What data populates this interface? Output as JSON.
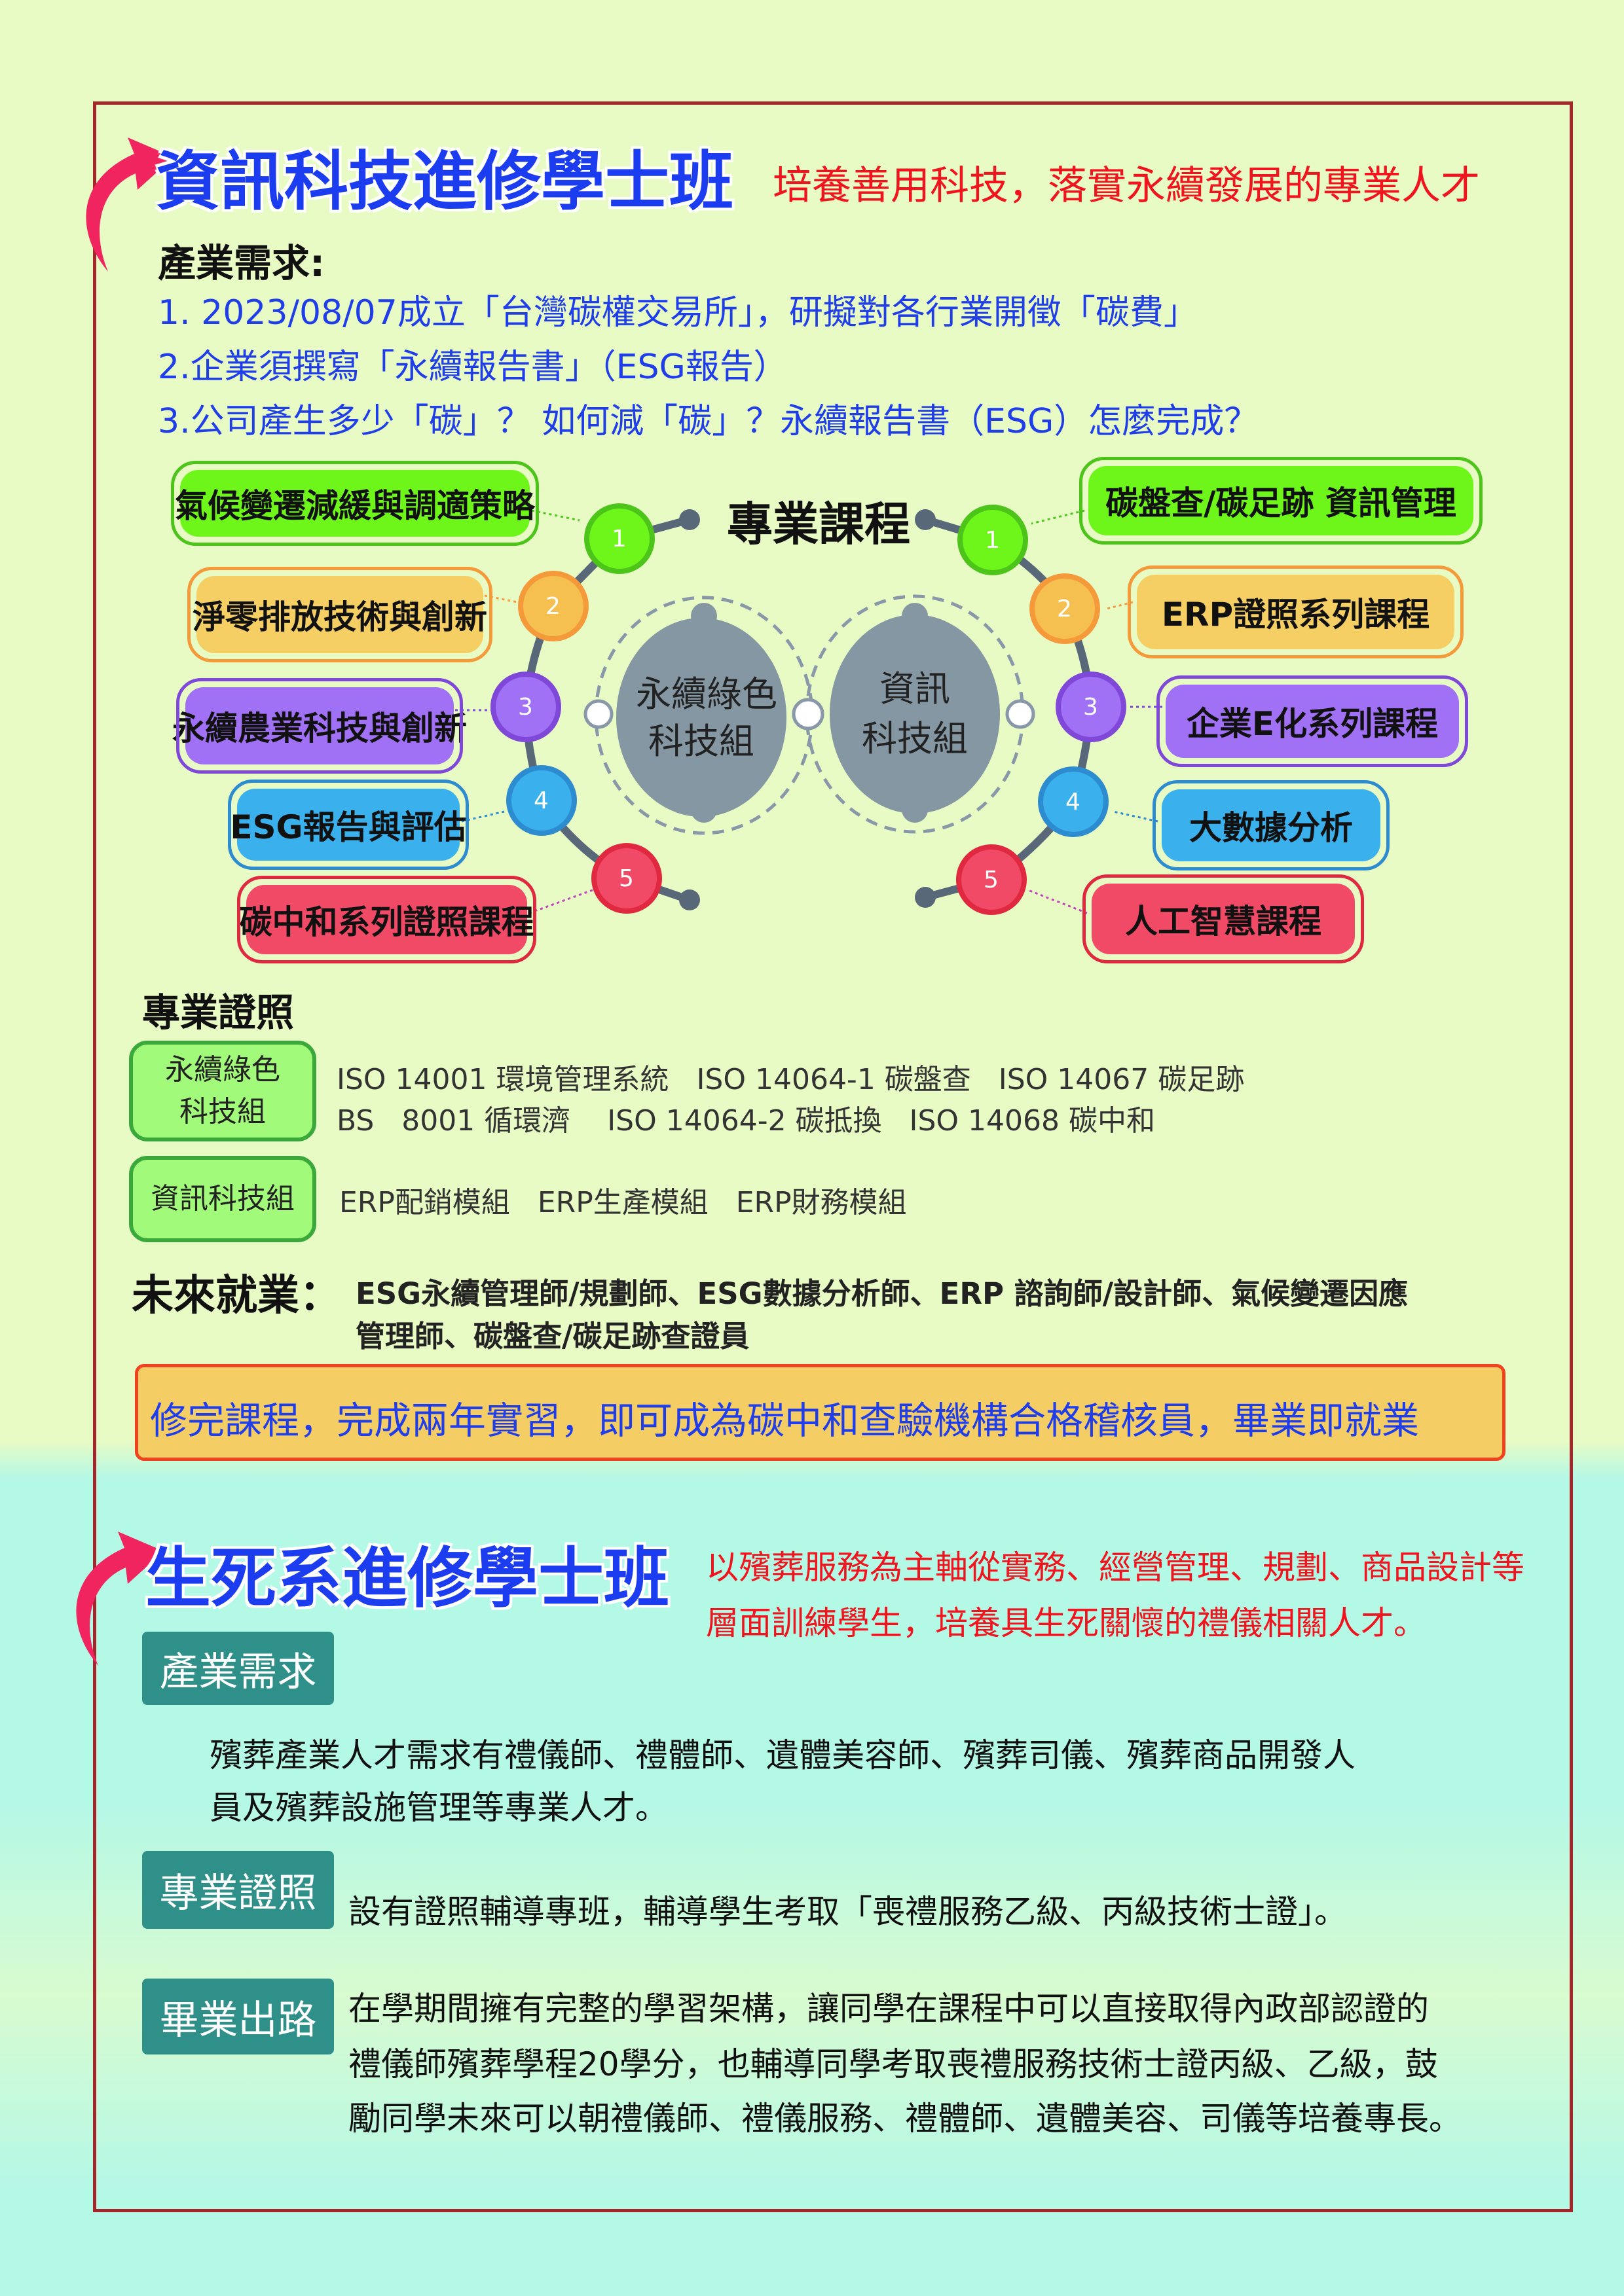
{
  "section1": {
    "title": "資訊科技進修學士班",
    "subtitle": "培養善用科技，落實永續發展的專業人才",
    "demand_heading": "產業需求:",
    "demand_lines": [
      "1. 2023/08/07成立「台灣碳權交易所」，研擬對各行業開徵「碳費」",
      "2.企業須撰寫「永續報告書」（ESG報告）",
      "3.公司產生多少「碳」？ 如何減「碳」？永續報告書（ESG）怎麼完成？"
    ],
    "courses_heading": "專業課程",
    "groups": {
      "green": "永續綠色\n科技組",
      "green_l1": "永續綠色",
      "green_l2": "科技組",
      "it_l1": "資訊",
      "it_l2": "科技組"
    },
    "left_courses": [
      {
        "num": "1",
        "label": "氣候變遷減緩與調適策略"
      },
      {
        "num": "2",
        "label": "淨零排放技術與創新"
      },
      {
        "num": "3",
        "label": "永續農業科技與創新"
      },
      {
        "num": "4",
        "label": "ESG報告與評估"
      },
      {
        "num": "5",
        "label": "碳中和系列證照課程"
      }
    ],
    "right_courses": [
      {
        "num": "1",
        "label": "碳盤查/碳足跡 資訊管理"
      },
      {
        "num": "2",
        "label": "ERP證照系列課程"
      },
      {
        "num": "3",
        "label": "企業E化系列課程"
      },
      {
        "num": "4",
        "label": "大數據分析"
      },
      {
        "num": "5",
        "label": "人工智慧課程"
      }
    ],
    "cert_heading": "專業證照",
    "cert_groups": [
      {
        "label_l1": "永續綠色",
        "label_l2": "科技組",
        "lines": [
          "ISO 14001 環境管理系統   ISO 14064-1 碳盤查   ISO 14067 碳足跡",
          "BS   8001 循環濟    ISO 14064-2 碳抵換   ISO 14068 碳中和"
        ]
      },
      {
        "label": "資訊科技組",
        "lines": [
          "ERP配銷模組   ERP生產模組   ERP財務模組"
        ]
      }
    ],
    "career_heading": "未來就業：",
    "career_lines": [
      "ESG永續管理師/規劃師、ESG數據分析師、ERP 諮詢師/設計師、氣候變遷因應",
      "管理師、碳盤查/碳足跡查證員"
    ],
    "highlight": "修完課程，完成兩年實習，即可成為碳中和查驗機構合格稽核員，畢業即就業"
  },
  "section2": {
    "title": "生死系進修學士班",
    "subtitle_lines": [
      "以殯葬服務為主軸從實務、經營管理、規劃、商品設計等",
      "層面訓練學生，培養具生死關懷的禮儀相關人才。"
    ],
    "demand_badge": "產業需求",
    "demand_lines": [
      "殯葬產業人才需求有禮儀師、禮體師、遺體美容師、殯葬司儀、殯葬商品開發人",
      "員及殯葬設施管理等專業人才。"
    ],
    "cert_badge": "專業證照",
    "cert_text": "設有證照輔導專班，輔導學生考取「喪禮服務乙級、丙級技術士證」。",
    "career_badge": "畢業出路",
    "career_lines": [
      "在學期間擁有完整的學習架構，讓同學在課程中可以直接取得內政部認證的",
      "禮儀師殯葬學程20學分，也輔導同學考取喪禮服務技術士證丙級、乙級，鼓",
      "勵同學未來可以朝禮儀師、禮儀服務、禮體師、遺體美容、司儀等培養專長。"
    ]
  },
  "colors": {
    "title_blue": "#1c3cf0",
    "accent_red": "#f0141e",
    "frame": "#a3262b",
    "teal": "#2e9088",
    "arrow_pink": "#f0245e"
  }
}
